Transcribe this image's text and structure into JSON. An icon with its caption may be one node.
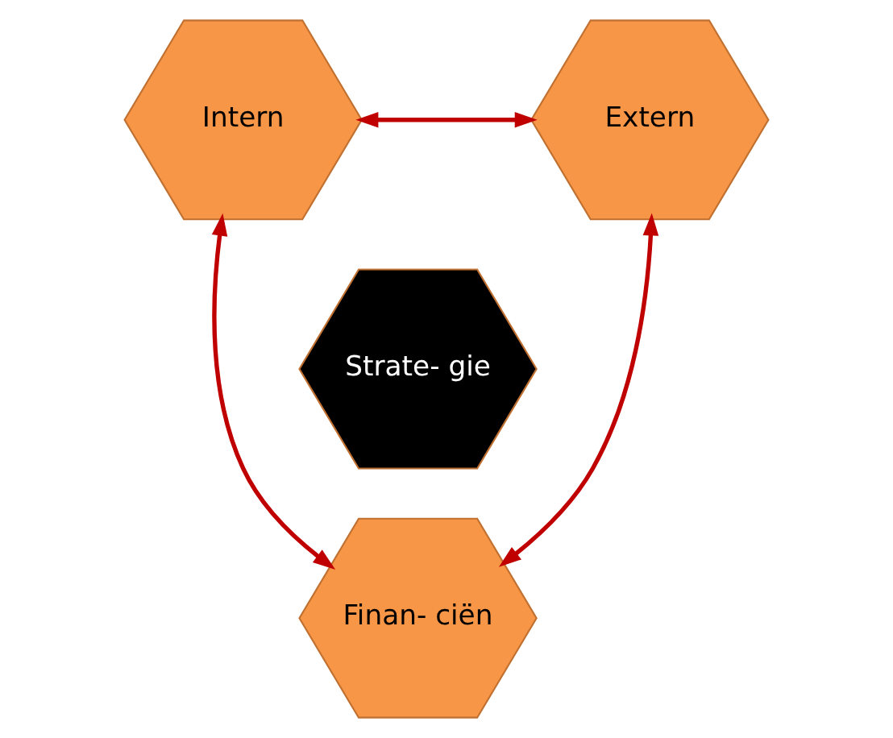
{
  "diagram": {
    "nodes": [
      {
        "text": [
          "Intern"
        ]
      },
      {
        "text": [
          "Extern"
        ]
      },
      {
        "text": [
          "Strate- gie"
        ]
      },
      {
        "text": [
          "Finan- ciën"
        ]
      }
    ],
    "edges": [
      {
        "from": 0,
        "to": 1,
        "arrow": "both"
      },
      {
        "from": 0,
        "to": 3,
        "arrow": "both"
      },
      {
        "from": 1,
        "to": 3,
        "arrow": "both"
      }
    ]
  }
}
